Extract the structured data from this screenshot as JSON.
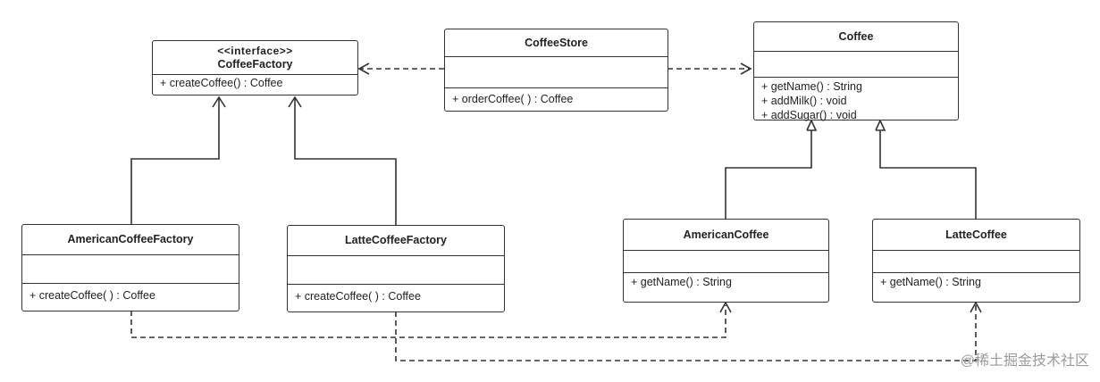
{
  "classes": {
    "coffee_factory": {
      "stereotype": "<<interface>>",
      "name": "CoffeeFactory",
      "operations": [
        "+ createCoffee() : Coffee"
      ]
    },
    "coffee_store": {
      "name": "CoffeeStore",
      "operations": [
        "+ orderCoffee( ) : Coffee"
      ]
    },
    "coffee": {
      "name": "Coffee",
      "operations": [
        "+ getName() : String",
        "+ addMilk() : void",
        "+ addSugar() : void"
      ]
    },
    "american_coffee_factory": {
      "name": "AmericanCoffeeFactory",
      "operations": [
        "+ createCoffee( ) : Coffee"
      ]
    },
    "latte_coffee_factory": {
      "name": "LatteCoffeeFactory",
      "operations": [
        "+ createCoffee( ) : Coffee"
      ]
    },
    "american_coffee": {
      "name": "AmericanCoffee",
      "operations": [
        "+ getName() : String"
      ]
    },
    "latte_coffee": {
      "name": "LatteCoffee",
      "operations": [
        "+ getName() : String"
      ]
    }
  },
  "watermark": "@稀土掘金技术社区"
}
